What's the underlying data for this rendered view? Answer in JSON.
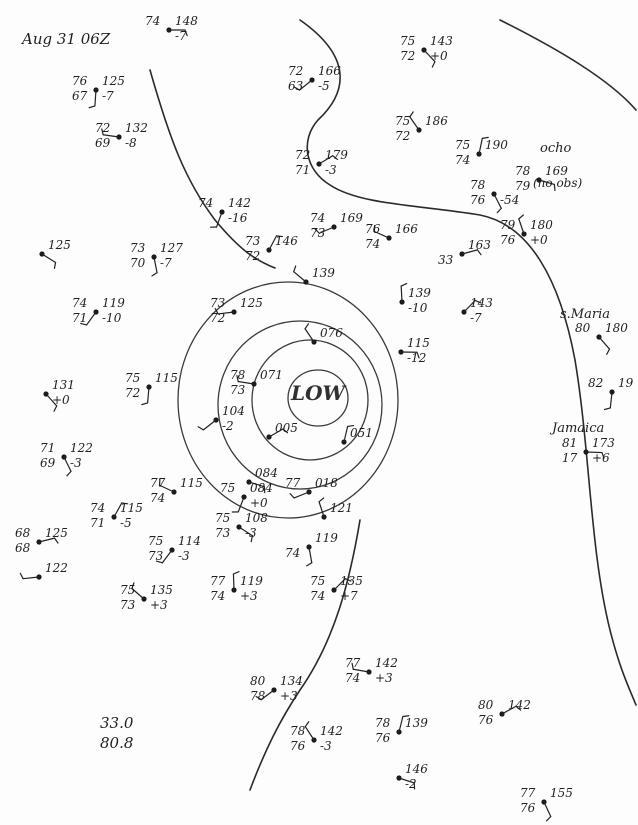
{
  "header": {
    "timestamp": "Aug 31 06Z"
  },
  "center": {
    "label": "LOW"
  },
  "places": {
    "s_maria": "s.Maria",
    "jamaica": "Jamaica",
    "ocho": "ocho"
  },
  "coords": {
    "lat": "33.0",
    "lon": "80.8"
  },
  "notes": {
    "no_obs": "(no obs)"
  },
  "stations": [
    {
      "id": "s1",
      "t": "74",
      "p": "148",
      "d": "-7",
      "td": ""
    },
    {
      "id": "s2",
      "t": "75",
      "p": "143",
      "d": "+0",
      "td": "72"
    },
    {
      "id": "s3",
      "t": "76",
      "p": "125",
      "d": "-7",
      "td": "67"
    },
    {
      "id": "s4",
      "t": "72",
      "p": "166",
      "d": "-5",
      "td": "63"
    },
    {
      "id": "s5",
      "t": "72",
      "p": "132",
      "d": "-8",
      "td": "69"
    },
    {
      "id": "s6",
      "t": "75",
      "p": "186",
      "d": "",
      "td": "72"
    },
    {
      "id": "s7",
      "t": "75",
      "p": "190",
      "d": "",
      "td": "74"
    },
    {
      "id": "s8",
      "t": "72",
      "p": "179",
      "d": "-3",
      "td": "71"
    },
    {
      "id": "s9",
      "t": "78",
      "p": "169",
      "d": "",
      "td": "79"
    },
    {
      "id": "s10",
      "t": "78",
      "p": "",
      "d": "-54",
      "td": "76"
    },
    {
      "id": "s11",
      "t": "74",
      "p": "142",
      "d": "-16",
      "td": ""
    },
    {
      "id": "s12",
      "t": "74",
      "p": "169",
      "d": "",
      "td": "73"
    },
    {
      "id": "s13",
      "t": "76",
      "p": "166",
      "d": "",
      "td": "74"
    },
    {
      "id": "s14",
      "t": "79",
      "p": "180",
      "d": "+0",
      "td": "76"
    },
    {
      "id": "s15",
      "t": "73",
      "p": "146",
      "d": "",
      "td": "72"
    },
    {
      "id": "s16",
      "t": "",
      "p": "163",
      "d": "",
      "td": "33"
    },
    {
      "id": "s17",
      "t": "",
      "p": "125",
      "d": "",
      "td": ""
    },
    {
      "id": "s18",
      "t": "73",
      "p": "127",
      "d": "-7",
      "td": "70"
    },
    {
      "id": "s19",
      "t": "74",
      "p": "119",
      "d": "-10",
      "td": "71"
    },
    {
      "id": "s20",
      "t": "73",
      "p": "125",
      "d": "",
      "td": "72"
    },
    {
      "id": "s21",
      "t": "",
      "p": "139",
      "d": "",
      "td": ""
    },
    {
      "id": "s22",
      "t": "",
      "p": "139",
      "d": "-10",
      "td": ""
    },
    {
      "id": "s23",
      "t": "",
      "p": "143",
      "d": "-7",
      "td": ""
    },
    {
      "id": "s24",
      "t": "",
      "p": "115",
      "d": "-12",
      "td": ""
    },
    {
      "id": "s25",
      "t": "",
      "p": "131",
      "d": "+0",
      "td": ""
    },
    {
      "id": "s26",
      "t": "75",
      "p": "115",
      "d": "",
      "td": "72"
    },
    {
      "id": "s27",
      "t": "",
      "p": "104",
      "d": "-2",
      "td": ""
    },
    {
      "id": "s28",
      "t": "78",
      "p": "071",
      "d": "",
      "td": "73"
    },
    {
      "id": "s29",
      "t": "",
      "p": "076",
      "d": "",
      "td": ""
    },
    {
      "id": "s30",
      "t": "",
      "p": "051",
      "d": "",
      "td": ""
    },
    {
      "id": "s31",
      "t": "",
      "p": "005",
      "d": "",
      "td": ""
    },
    {
      "id": "s32",
      "t": "",
      "p": "084",
      "d": "",
      "td": ""
    },
    {
      "id": "s33",
      "t": "71",
      "p": "122",
      "d": "-3",
      "td": "69"
    },
    {
      "id": "s34",
      "t": "75",
      "p": "084",
      "d": "+0",
      "td": ""
    },
    {
      "id": "s35",
      "t": "77",
      "p": "018",
      "d": "",
      "td": ""
    },
    {
      "id": "s36",
      "t": "77",
      "p": "115",
      "d": "",
      "td": "74"
    },
    {
      "id": "s37",
      "t": "",
      "p": "121",
      "d": "",
      "td": ""
    },
    {
      "id": "s38",
      "t": "74",
      "p": "115",
      "d": "-5",
      "td": "71"
    },
    {
      "id": "s39",
      "t": "68",
      "p": "125",
      "d": "",
      "td": "68"
    },
    {
      "id": "s40",
      "t": "75",
      "p": "108",
      "d": "-3",
      "td": "73"
    },
    {
      "id": "s41",
      "t": "",
      "p": "119",
      "d": "",
      "td": "74"
    },
    {
      "id": "s42",
      "t": "75",
      "p": "114",
      "d": "-3",
      "td": "73"
    },
    {
      "id": "s43",
      "t": "",
      "p": "122",
      "d": "",
      "td": ""
    },
    {
      "id": "s44",
      "t": "75",
      "p": "135",
      "d": "+3",
      "td": "73"
    },
    {
      "id": "s45",
      "t": "77",
      "p": "119",
      "d": "+3",
      "td": "74"
    },
    {
      "id": "s46",
      "t": "75",
      "p": "135",
      "d": "+7",
      "td": "74"
    },
    {
      "id": "s47",
      "t": "81",
      "p": "173",
      "d": "+6",
      "td": "17"
    },
    {
      "id": "s48",
      "t": "80",
      "p": "180",
      "d": "",
      "td": ""
    },
    {
      "id": "s49",
      "t": "82",
      "p": "19",
      "d": "",
      "td": ""
    },
    {
      "id": "s50",
      "t": "80",
      "p": "134",
      "d": "+3",
      "td": "78"
    },
    {
      "id": "s51",
      "t": "77",
      "p": "142",
      "d": "+3",
      "td": "74"
    },
    {
      "id": "s52",
      "t": "78",
      "p": "142",
      "d": "-3",
      "td": "76"
    },
    {
      "id": "s53",
      "t": "78",
      "p": "139",
      "d": "",
      "td": "76"
    },
    {
      "id": "s54",
      "t": "80",
      "p": "142",
      "d": "",
      "td": "76"
    },
    {
      "id": "s55",
      "t": "",
      "p": "146",
      "d": "-2",
      "td": ""
    },
    {
      "id": "s56",
      "t": "77",
      "p": "155",
      "d": "",
      "td": "76"
    }
  ]
}
